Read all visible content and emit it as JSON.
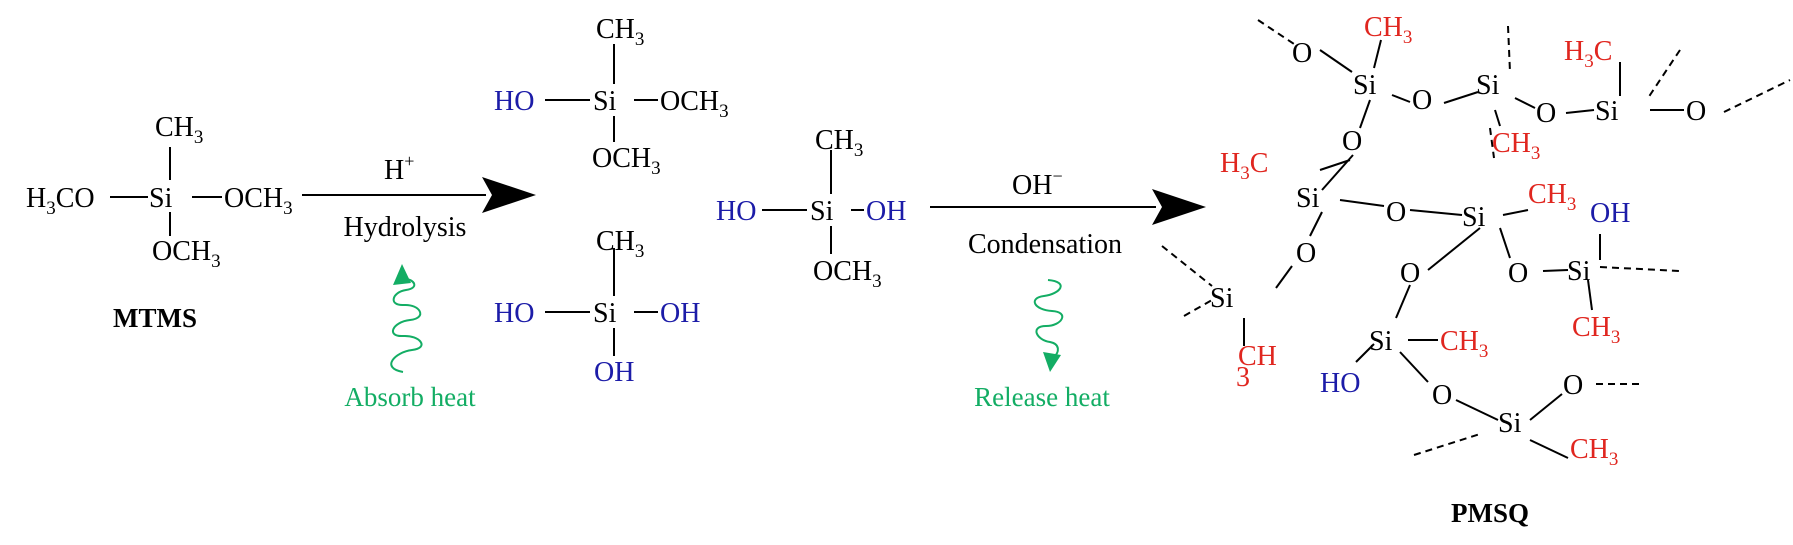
{
  "colors": {
    "black": "#000000",
    "blue": "#1c1ca8",
    "red": "#e0261f",
    "green": "#13ad64"
  },
  "text": {
    "si": "Si",
    "ch3": "CH",
    "h3": "H",
    "c": "C",
    "ch": "CH",
    "sub3": "3",
    "och3": "OCH",
    "h3co": "H",
    "co": "CO",
    "o": "O",
    "oh": "OH",
    "ho": "HO"
  },
  "mtms": {
    "name": "MTMS"
  },
  "pmsq": {
    "name": "PMSQ"
  },
  "step1": {
    "catalyst": "H",
    "catalyst_sup": "+",
    "label": "Hydrolysis",
    "heat": "Absorb heat"
  },
  "step2": {
    "catalyst": "OH",
    "catalyst_sup": "−",
    "label": "Condensation",
    "heat": "Release heat"
  }
}
